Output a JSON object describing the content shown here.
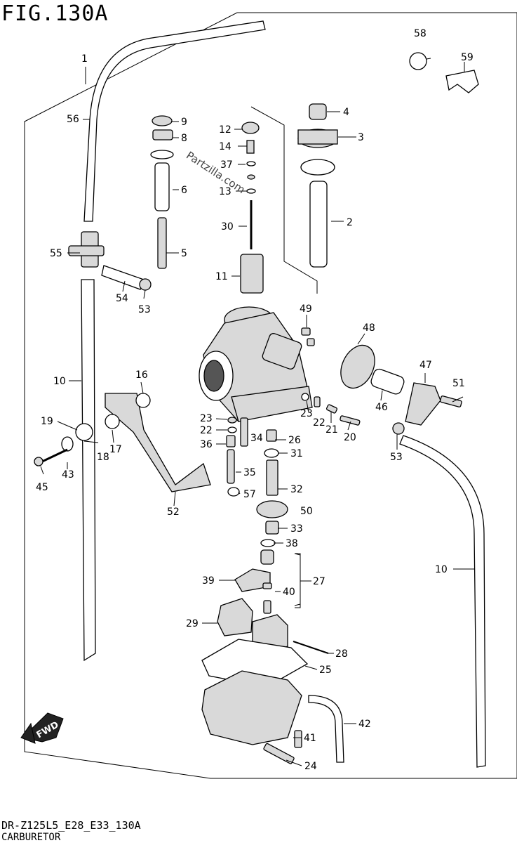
{
  "figure": {
    "title": "FIG.130A",
    "code": "DR-Z125L5_E28_E33_130A",
    "name": "CARBURETOR",
    "watermark": "Partzilla.com"
  },
  "fwd_label": "FWD",
  "callouts": [
    "1",
    "2",
    "3",
    "4",
    "5",
    "6",
    "8",
    "9",
    "10",
    "10",
    "11",
    "12",
    "13",
    "14",
    "16",
    "17",
    "18",
    "19",
    "20",
    "21",
    "22",
    "22",
    "23",
    "23",
    "24",
    "25",
    "26",
    "27",
    "28",
    "29",
    "30",
    "31",
    "32",
    "33",
    "34",
    "35",
    "36",
    "37",
    "38",
    "39",
    "40",
    "41",
    "42",
    "43",
    "45",
    "46",
    "47",
    "48",
    "49",
    "50",
    "51",
    "52",
    "53",
    "53",
    "54",
    "55",
    "56",
    "57",
    "58",
    "59"
  ]
}
